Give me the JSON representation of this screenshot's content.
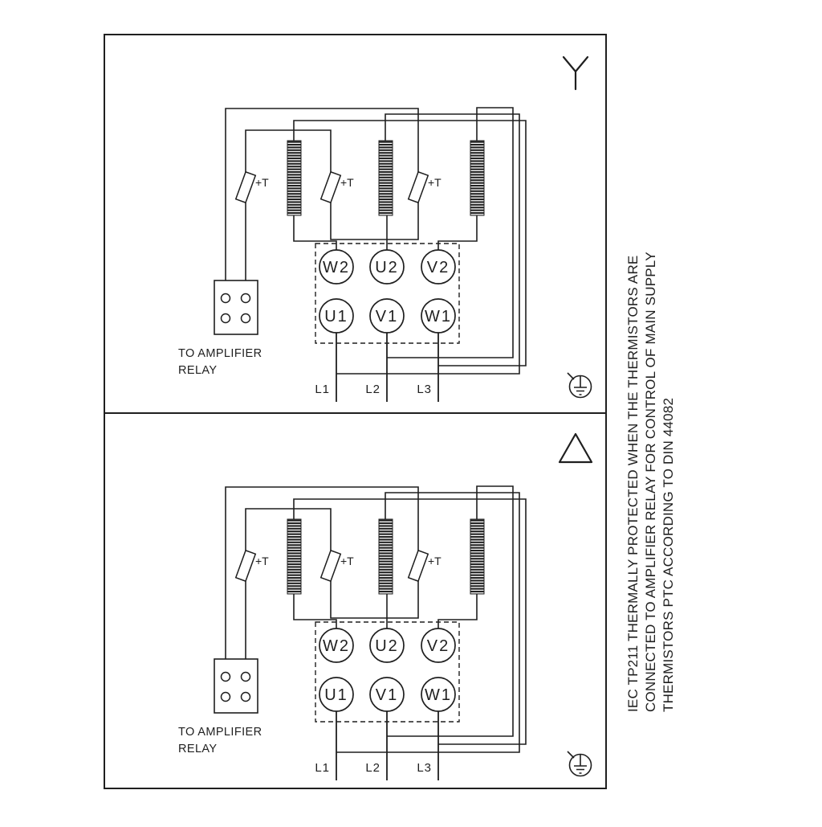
{
  "colors": {
    "ink": "#1f1f1f",
    "background": "#ffffff"
  },
  "diagram": {
    "panels": [
      {
        "connection": "star",
        "thermistor_label": "+T",
        "terminals_top": [
          "W2",
          "U2",
          "V2"
        ],
        "terminals_bottom": [
          "U1",
          "V1",
          "W1"
        ],
        "supply_labels": [
          "L1",
          "L2",
          "L3"
        ],
        "relay_note_line1": "TO AMPLIFIER",
        "relay_note_line2": "RELAY"
      },
      {
        "connection": "delta",
        "thermistor_label": "+T",
        "terminals_top": [
          "W2",
          "U2",
          "V2"
        ],
        "terminals_bottom": [
          "U1",
          "V1",
          "W1"
        ],
        "supply_labels": [
          "L1",
          "L2",
          "L3"
        ],
        "relay_note_line1": "TO AMPLIFIER",
        "relay_note_line2": "RELAY"
      }
    ],
    "side_note_lines": [
      "IEC TP211 THERMALLY PROTECTED WHEN THE THERMISTORS ARE",
      "CONNECTED TO AMPLIFIER RELAY FOR CONTROL OF MAIN SUPPLY",
      "THERMISTORS PTC ACCORDING TO DIN 44082"
    ]
  }
}
